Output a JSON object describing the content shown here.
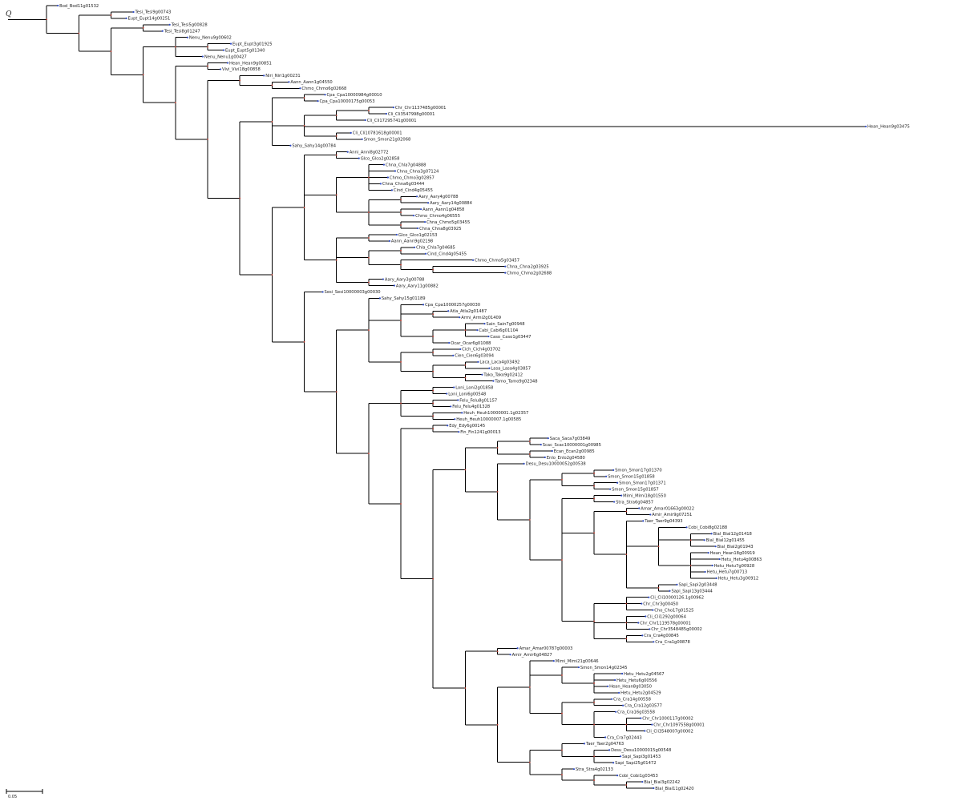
{
  "tree": {
    "root_label": "Q",
    "scale_label": "0.05",
    "colors": {
      "branch": "#000000",
      "tip_marker": "#2e4bc6",
      "node_marker": "#c0392b"
    },
    "tips": [
      "Bod_Bod11g01532",
      "Tesi_Tesi9g00743",
      "Eupt_Eupt14g00251",
      "Tesi_Tesi5g00828",
      "Tesi_Tesi8g01247",
      "Nenu_Nenu9g00602",
      "Eupt_Eupt3g01925",
      "Eupt_Eupt5g01340",
      "Nenu_Nenu1g00427",
      "Hean_Hean9g00851",
      "Vivi_Vivi18g00858",
      "Niri_Niri1g00231",
      "Aann_Aann1g04550",
      "Chmo_Chmo6g02668",
      "Cpa_Cpa10000984g00010",
      "Cpa_Cpa10000175g00053",
      "Chr_Chr1137485g00001",
      "Cli_Cli3547998g00001",
      "Cli_Cli17295741g00001",
      "Hean_Hean9g03475",
      "Cli_Cli10781618g00001",
      "Smon_Smon21g02068",
      "Sahy_Sahy14g00784",
      "Anni_Anni8g02772",
      "Glco_Glco2g02858",
      "Chna_Chla7g04888",
      "Chna_Chna3g07124",
      "Chmo_Chmo3g02857",
      "Chna_Chna6g03444",
      "Cind_Cind4g05455",
      "Aary_Aary4g00788",
      "Aary_Aary14g00884",
      "Aann_Aann1g04858",
      "Chmo_Chmo4g06555",
      "Chna_Chmo5g03455",
      "Chna_Chna8g03925",
      "Glco_Glco1g02153",
      "Aann_Aann9g02198",
      "Chla_Chla7g04685",
      "Cind_Cind4g05455",
      "Chmo_Chmo5g03457",
      "Chna_Chna2g03925",
      "Chmo_Chmo2g02688",
      "Aary_Aary3g00788",
      "Aary_Aary11g00882",
      "Sesi_Sesi10000003g00030",
      "Sahy_Sahy15g01189",
      "Cpa_Cpa10000257g00030",
      "Atla_Atla2g01487",
      "Armi_Armi2g01409",
      "Sain_Sain7g00948",
      "Cabi_Cabi6g01104",
      "Caso_Caso1g03447",
      "Ocar_Ocar6g01088",
      "Cich_Cich4g03702",
      "Cien_Cien6g03094",
      "Laca_Laca4g03492",
      "Lasa_Lasa4g03857",
      "Tako_Tako9g02412",
      "Tamo_Tamo9g02348",
      "Loni_Loni2g01858",
      "Loni_Loni6g00548",
      "Felu_Felu8g01157",
      "Felu_Felu4g01328",
      "Heuh_Heuh10000001.1g02357",
      "Heuh_Heuh10000007.1g00585",
      "Edy_Edy6g00145",
      "Fin_Fin1241g00013",
      "Saca_Saca7g03849",
      "Scac_Scac10000001g00985",
      "Ecan_Ecan2g00985",
      "Enlo_Enlo2g04580",
      "Desu_Desu10000052g00538",
      "Smon_Smon17g01370",
      "Smon_Smon15g01858",
      "Smon_Smon17g01371",
      "Smon_Smon15g01857",
      "Mimi_Mimi18g01550",
      "Stra_Stra6g04857",
      "Amar_Amar01663g00022",
      "Amir_Amir9g07251",
      "Taer_Taer9g04393",
      "Cobi_Cobi8g02188",
      "Bial_Bial12g01418",
      "Bial_Bial12g01455",
      "Bial_Bial2g01943",
      "Hean_Hean18g00919",
      "Hetu_Hetu4g00863",
      "Hetu_Hetu7g00928",
      "Hetu_Hetu7g00713",
      "Hetu_Hetu3g00912",
      "Sapi_Sapi2g03448",
      "Sapi_Sapi13g03444",
      "Cli_Cli10000126.1g00962",
      "Chr_Chr3g00450",
      "Cho_Cho17g01525",
      "Cli_Cli1292g00064",
      "Chr_Chr1119578g00001",
      "Chr_Chr3548485g00002",
      "Cra_Cra4g00845",
      "Cra_Cra1g00878",
      "Amar_Amar00787g00003",
      "Amir_Amir6g04827",
      "Mimi_Mimi21g00646",
      "Smon_Smon14g02345",
      "Hetu_Hetu2g04567",
      "Hetu_Hetu6g00556",
      "Hean_Hean8g03050",
      "Hetu_Hetu2g04529",
      "Cra_Cra14g00558",
      "Cra_Cra12g03577",
      "Cra_Cra16g03558",
      "Chr_Chr1000117g00002",
      "Chr_Chr1097558g00001",
      "Cli_Cli3548007g00002",
      "Cra_Cra7g02443",
      "Taer_Taer2g04763",
      "Desu_Desu10000015g00548",
      "Sapi_Sapi3g01453",
      "Sapi_Sapi25g01472",
      "Stra_Stra4g02133",
      "Cobi_Cobi1g03453",
      "Bial_Bial3g02242",
      "Bial_Bial11g02420"
    ]
  }
}
